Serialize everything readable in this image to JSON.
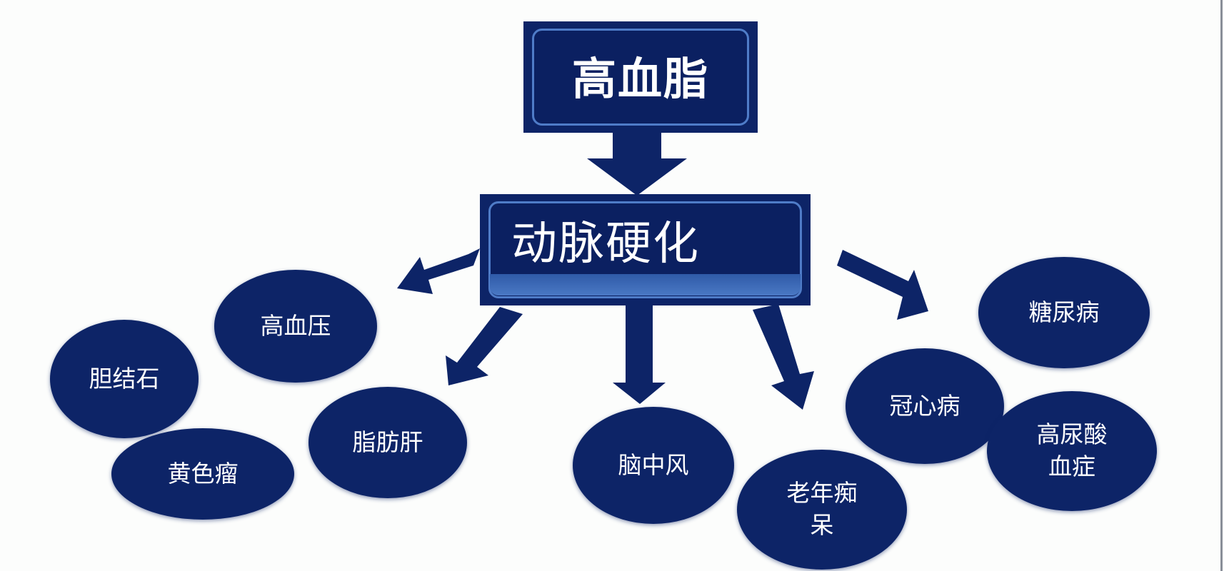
{
  "diagram": {
    "root": {
      "label": "高血脂"
    },
    "center": {
      "label": "动脉硬化"
    },
    "nodes": [
      {
        "id": "gallstones",
        "label": "胆结石"
      },
      {
        "id": "hypertension",
        "label": "高血压"
      },
      {
        "id": "xanthoma",
        "label": "黄色瘤"
      },
      {
        "id": "fatty-liver",
        "label": "脂肪肝"
      },
      {
        "id": "stroke",
        "label": "脑中风"
      },
      {
        "id": "dementia",
        "label_line1": "老年痴",
        "label_line2": "呆"
      },
      {
        "id": "coronary-heart-disease",
        "label": "冠心病"
      },
      {
        "id": "diabetes",
        "label": "糖尿病"
      },
      {
        "id": "hyperuricemia",
        "label_line1": "高尿酸",
        "label_line2": "血症"
      }
    ],
    "edges": [
      {
        "from": "高血脂",
        "to": "动脉硬化"
      },
      {
        "from": "动脉硬化",
        "to": "高血压"
      },
      {
        "from": "动脉硬化",
        "to": "脂肪肝"
      },
      {
        "from": "动脉硬化",
        "to": "脑中风"
      },
      {
        "from": "动脉硬化",
        "to": "老年痴呆"
      },
      {
        "from": "动脉硬化",
        "to": "糖尿病"
      }
    ],
    "colors": {
      "node_fill": "#0d2467",
      "box_highlight": "#4f7cc8",
      "text": "#ffffff",
      "background": "#fcfdfc"
    }
  }
}
